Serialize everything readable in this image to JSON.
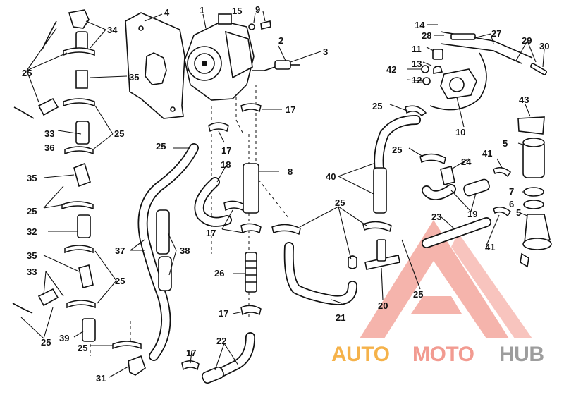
{
  "part_labels": [
    "1",
    "2",
    "3",
    "4",
    "5",
    "5",
    "6",
    "7",
    "8",
    "9",
    "10",
    "11",
    "12",
    "13",
    "14",
    "15",
    "17",
    "17",
    "17",
    "17",
    "17",
    "17",
    "18",
    "19",
    "20",
    "21",
    "22",
    "23",
    "24",
    "25",
    "25",
    "25",
    "25",
    "25",
    "25",
    "25",
    "25",
    "25",
    "25",
    "25",
    "25",
    "26",
    "27",
    "28",
    "29",
    "30",
    "31",
    "32",
    "33",
    "33",
    "34",
    "35",
    "35",
    "35",
    "36",
    "37",
    "38",
    "39",
    "40",
    "41",
    "41",
    "42",
    "43"
  ],
  "watermark": {
    "brand_part1": "AUTO",
    "brand_part2": "MOTO",
    "brand_part3": "HUB",
    "color_orange": "#f4a52b",
    "color_red": "#f08a7e",
    "color_gray": "#8d8d8d"
  }
}
